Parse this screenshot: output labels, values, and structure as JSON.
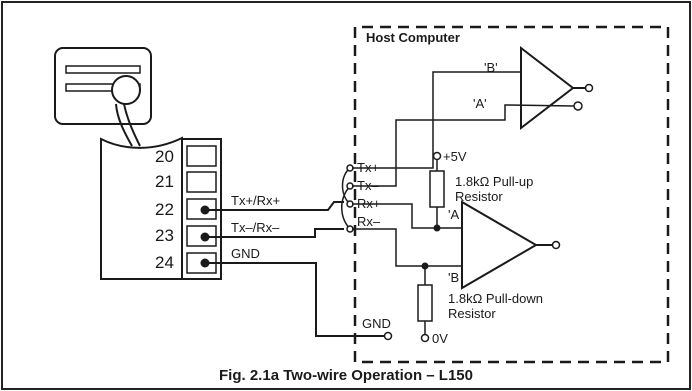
{
  "diagram": {
    "caption": "Fig. 2.1a Two-wire Operation – L150",
    "host_title": "Host Computer",
    "terminals": [
      "20",
      "21",
      "22",
      "23",
      "24"
    ],
    "terminal_labels": {
      "t22": "Tx+/Rx+",
      "t23": "Tx–/Rx–",
      "t24": "GND"
    },
    "host_labels": {
      "tx_plus": "Tx+",
      "tx_minus": "Tx–",
      "rx_plus": "Rx+",
      "rx_minus": "Rx–",
      "supply": "+5V",
      "ground": "0V",
      "gnd": "GND"
    },
    "tx_driver": {
      "in_b": "'B'",
      "in_a": "'A'"
    },
    "rx_receiver": {
      "in_a": "'A",
      "in_b": "'B"
    },
    "pull_up": {
      "value": "1.8kΩ Pull-up",
      "name": "Resistor"
    },
    "pull_down": {
      "value": "1.8kΩ Pull-down",
      "name": "Resistor"
    }
  }
}
